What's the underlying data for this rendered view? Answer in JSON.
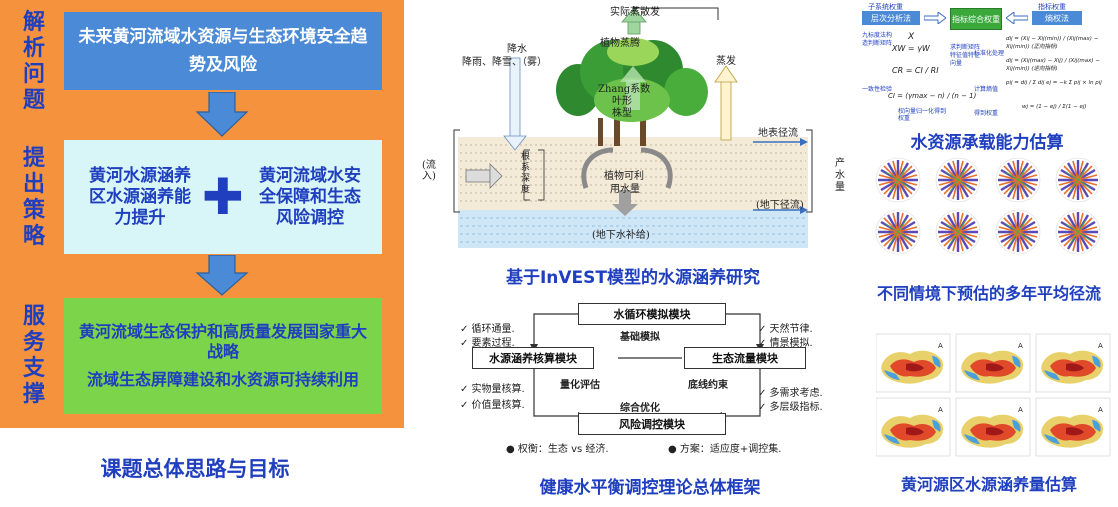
{
  "left": {
    "labels": [
      "解\n析\n问\n题",
      "提\n出\n策\n略",
      "服\n务\n支\n撑"
    ],
    "blue_box": "未来黄河流域水资源与生态环境安全趋势及风险",
    "cyan_left": "黄河水源涵养区水源涵养能力提升",
    "cyan_plus": "✚",
    "cyan_right": "黄河流域水安全保障和生态风险调控",
    "green_1": "黄河流域生态保护和高质量发展国家重大战略",
    "green_2": "流域生态屏障建设和水资源可持续利用",
    "caption": "课题总体思路与目标"
  },
  "hydro": {
    "top": "实际蒸散发",
    "plant_evap": "植物蒸腾",
    "precip_title": "降水",
    "precip_detail": "降雨、降雪、（雾）",
    "evap": "蒸发",
    "zhang_1": "Zhang系数",
    "zhang_2": "叶形",
    "zhang_3": "株型",
    "surface_runoff": "地表径流",
    "inflow": "(流入)",
    "root_depth": "根系深度",
    "avail_water_1": "植物可利",
    "avail_water_2": "用水量",
    "output": "产水量",
    "subsurface": "(地下径流)",
    "groundwater": "(地下水补给)",
    "caption": "基于InVEST模型的水源涵养研究"
  },
  "framework": {
    "box_top": "水循环模拟模块",
    "box_left": "水源涵养核算模块",
    "box_right": "生态流量模块",
    "box_bottom": "风险调控模块",
    "basic": "基础模拟",
    "quant": "量化评估",
    "bottom_line": "底线约束",
    "combined": "综合优化",
    "note_lt_1": "✓ 循环通量.",
    "note_lt_2": "✓ 要素过程.",
    "note_rt_1": "✓ 天然节律.",
    "note_rt_2": "✓ 情景模拟.",
    "note_lb_1": "✓ 实物量核算.",
    "note_lb_2": "✓ 价值量核算.",
    "note_rb_1": "✓ 多需求考虑.",
    "note_rb_2": "✓ 多层级指标.",
    "bullet_1": "●   权衡：生态 vs 经济.",
    "bullet_2": "●   方案：适应度+调控集.",
    "caption": "健康水平衡调控理论总体框架"
  },
  "capacity": {
    "btn_left_top": "子系统权重",
    "btn_left": "层次分析法",
    "btn_mid": "指标综合权重",
    "btn_right_top": "指标权重",
    "btn_right": "熵权法",
    "f_x": "X",
    "f_xw": "XW = γW",
    "f_cr": "CR = CI / RI",
    "f_ci": "CI = (γmax − n) / (n − 1)",
    "note_1": "九标度法构造判断矩阵",
    "note_2": "求判断矩阵特征值特征向量",
    "note_3": "一致性检验",
    "note_4": "权向量归一化得到权重",
    "note_5": "标准化处理",
    "note_6": "计算熵值",
    "note_7": "得到权重",
    "f_d1": "dij = (Xij − Xij(min)) / (Xij(max) − Xij(min)) (正向指标)",
    "f_d2": "dij = (Xij(max) − Xij) / (Xij(max) − Xij(min)) (逆向指标)",
    "f_p": "pij = dij / Σ dij    ej = −k Σ pij × ln pij",
    "f_w": "wj = (1 − ej) / Σ(1 − ej)",
    "caption": "水资源承载能力估算"
  },
  "runoff": {
    "caption": "不同情境下预估的多年平均径流"
  },
  "maps": {
    "caption": "黄河源区水源涵养量估算"
  }
}
